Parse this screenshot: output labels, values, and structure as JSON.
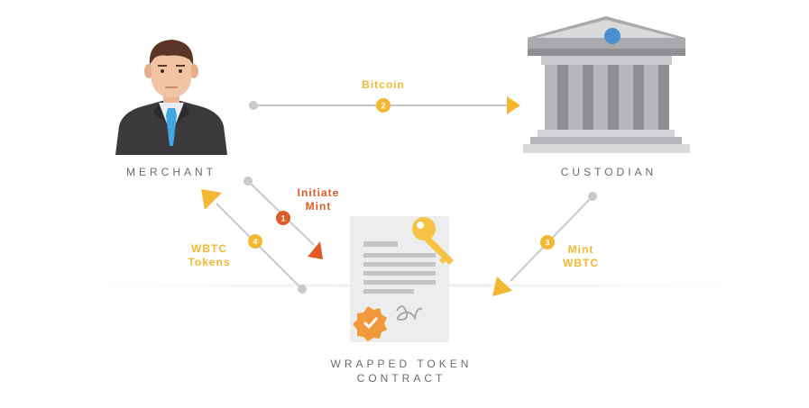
{
  "actors": {
    "merchant": "MERCHANT",
    "custodian": "CUSTODIAN",
    "contract_line1": "WRAPPED TOKEN",
    "contract_line2": "CONTRACT"
  },
  "steps": [
    {
      "num": "1",
      "label_line1": "Initiate",
      "label_line2": "Mint"
    },
    {
      "num": "2",
      "label_line1": "Bitcoin",
      "label_line2": ""
    },
    {
      "num": "3",
      "label_line1": "Mint",
      "label_line2": "WBTC"
    },
    {
      "num": "4",
      "label_line1": "WBTC",
      "label_line2": "Tokens"
    }
  ],
  "colors": {
    "accent_yellow": "#f5b731",
    "accent_orange": "#e05a26",
    "line_gray": "#c8c9cb",
    "text_gray": "#6b6b6b"
  }
}
